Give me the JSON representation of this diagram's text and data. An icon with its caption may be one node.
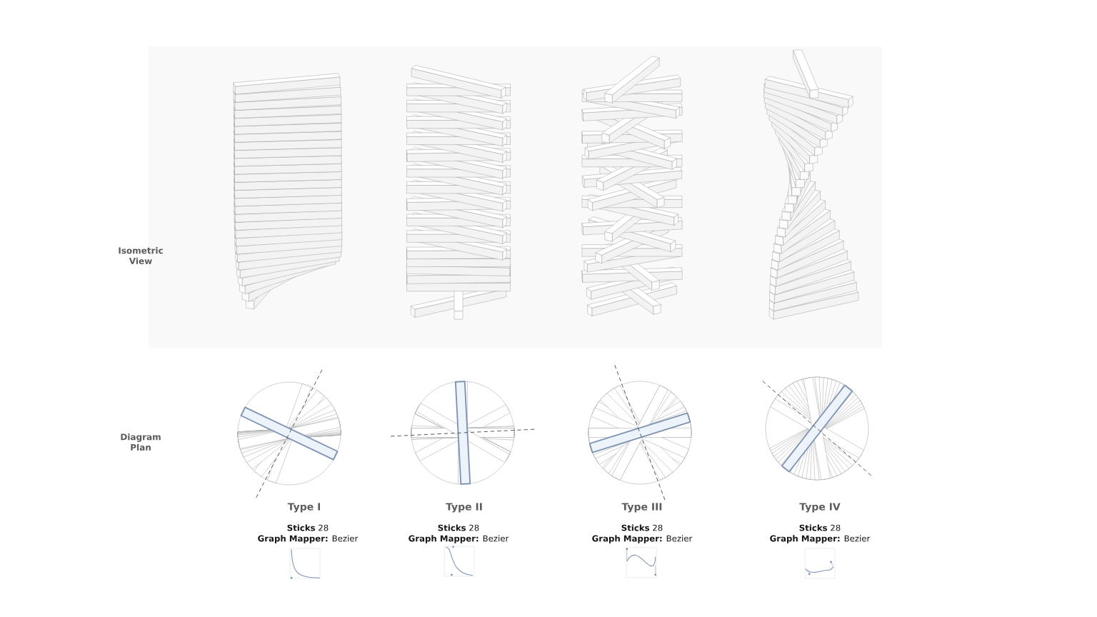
{
  "diagram": {
    "labels": [
      "Isometric View",
      "Diagram Plan",
      "Type I",
      "Type II",
      "Type III",
      "Type IV",
      "**Sticks** 28",
      "**Sticks** 28",
      "**Sticks** 28",
      "**Sticks** 28",
      "**Graph Mapper:** Bezier",
      "**Graph Mapper:** Bezier",
      "**Graph Mapper:** Bezier",
      "**Graph Mapper:** Bezier"
    ]
  }
}
